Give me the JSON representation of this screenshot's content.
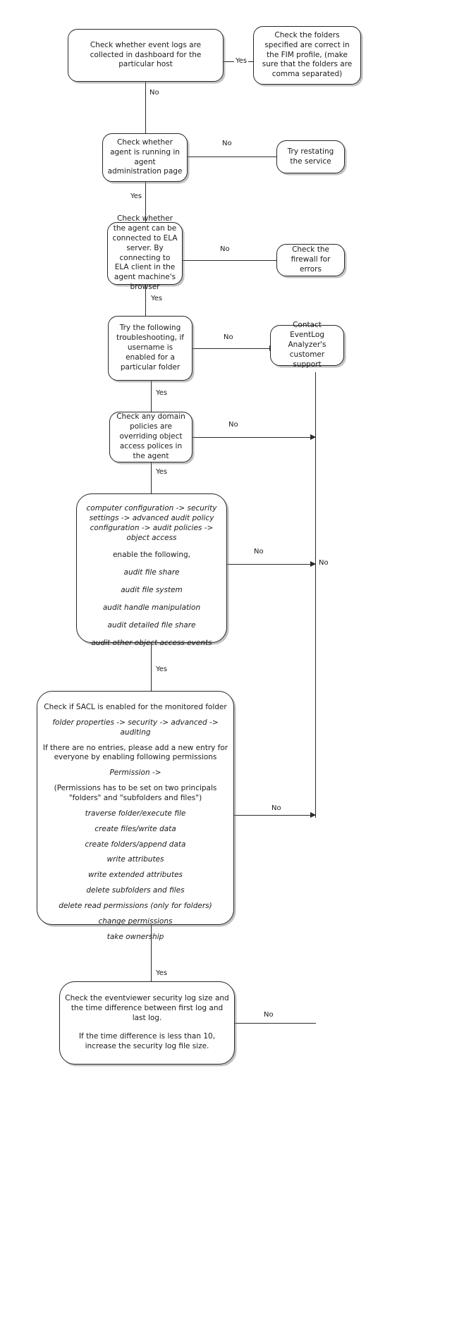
{
  "diagram": {
    "title": "FIM / Event log collection troubleshooting flowchart",
    "labels": {
      "yes": "Yes",
      "no": "No"
    },
    "nodes": {
      "check_event_logs": "Check whether event logs are collected in dashboard for the particular host",
      "check_folders_fim": "Check the folders specified are correct in the FIM profile, (make sure that the folders are comma separated)",
      "check_agent_running": "Check whether agent is running in agent administration page",
      "try_restarting_service": "Try restating the service",
      "check_agent_ela": "Check whether the agent can be connected to ELA server. By connecting to ELA client in the agent machine's browser",
      "check_firewall": "Check the firewall for errors",
      "try_troubleshooting": "Try the following troubleshooting, if username is enabled for a particular folder",
      "contact_support": "Contact EventLog Analyzer's customer support",
      "check_domain_policies": "Check any domain policies are overriding object access polices in the agent",
      "audit_policy": {
        "path": "computer configuration -> security settings -> advanced audit policy configuration -> audit policies -> object access",
        "enable_heading": "enable the following,",
        "items": [
          "audit file share",
          "audit file system",
          "audit handle manipulation",
          "audit detailed file share",
          "audit other object access events"
        ]
      },
      "sacl": {
        "heading": "Check if SACL is enabled for the monitored folder",
        "path": "folder properties -> security -> advanced -> auditing",
        "note": "If there are no entries, please add a new entry for everyone by enabling following permissions",
        "permission_label": "Permission ->",
        "principals": "(Permissions has to be set on two principals \"folders\" and \"subfolders and files\")",
        "items": [
          "traverse folder/execute file",
          "create files/write data",
          "create folders/append data",
          "write attributes",
          "write extended attributes",
          "delete subfolders and files",
          "delete read permissions (only for folders)",
          "change permissions",
          "take ownership"
        ]
      },
      "eventviewer": {
        "line1": "Check the eventviewer security log size and the time difference between first log and last log.",
        "line2": "If the time difference is less than 10, increase the security log file size."
      }
    },
    "edge_labels": {
      "e1_yes": "Yes",
      "e1_no": "No",
      "e2_no": "No",
      "e2_yes": "Yes",
      "e3_no": "No",
      "e3_yes": "Yes",
      "e4_no": "No",
      "e4_yes": "Yes",
      "e5_no": "No",
      "e5_yes": "Yes",
      "e6_no": "No",
      "e6_no_right": "No",
      "e6_yes": "Yes",
      "e7_no": "No",
      "e7_yes": "Yes",
      "e8_no": "No"
    },
    "colors": {
      "stroke": "#24292e",
      "text": "#1a1a1a",
      "background": "#ffffff",
      "shadow": "rgba(120,120,120,0.45)"
    }
  }
}
